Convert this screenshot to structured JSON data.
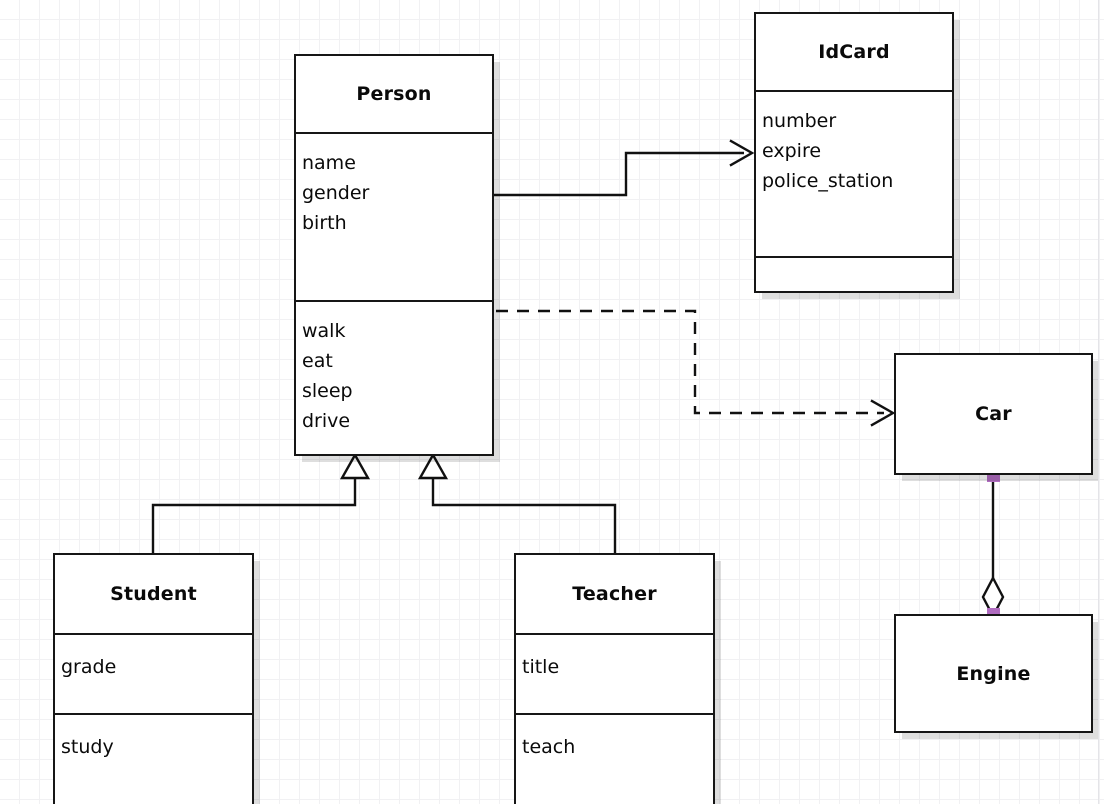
{
  "diagram": {
    "kind": "uml-class-diagram",
    "background": "#ffffff",
    "grid_color": "#f1f1f3",
    "line_color": "#111111",
    "handle_color": "#b06cc0",
    "classes": [
      {
        "id": "person",
        "name": "Person",
        "attributes": [
          "name",
          "gender",
          "birth"
        ],
        "operations": [
          "walk",
          "eat",
          "sleep",
          "drive"
        ]
      },
      {
        "id": "idcard",
        "name": "IdCard",
        "attributes": [
          "number",
          "expire",
          "police_station"
        ],
        "operations": []
      },
      {
        "id": "student",
        "name": "Student",
        "attributes": [
          "grade"
        ],
        "operations": [
          "study"
        ]
      },
      {
        "id": "teacher",
        "name": "Teacher",
        "attributes": [
          "title"
        ],
        "operations": [
          "teach"
        ]
      },
      {
        "id": "car",
        "name": "Car",
        "attributes": [],
        "operations": []
      },
      {
        "id": "engine",
        "name": "Engine",
        "attributes": [],
        "operations": []
      }
    ],
    "relationships": [
      {
        "id": "person-idcard",
        "type": "association",
        "from": "Person",
        "to": "IdCard",
        "style": "solid",
        "end_marker": "open-arrow"
      },
      {
        "id": "person-car",
        "type": "dependency",
        "from": "Person",
        "to": "Car",
        "style": "dashed",
        "end_marker": "open-arrow"
      },
      {
        "id": "student-person",
        "type": "generalization",
        "from": "Student",
        "to": "Person",
        "style": "solid",
        "end_marker": "hollow-triangle"
      },
      {
        "id": "teacher-person",
        "type": "generalization",
        "from": "Teacher",
        "to": "Person",
        "style": "solid",
        "end_marker": "hollow-triangle"
      },
      {
        "id": "car-engine",
        "type": "aggregation",
        "from": "Car",
        "to": "Engine",
        "style": "solid",
        "end_marker": "hollow-diamond"
      }
    ]
  }
}
